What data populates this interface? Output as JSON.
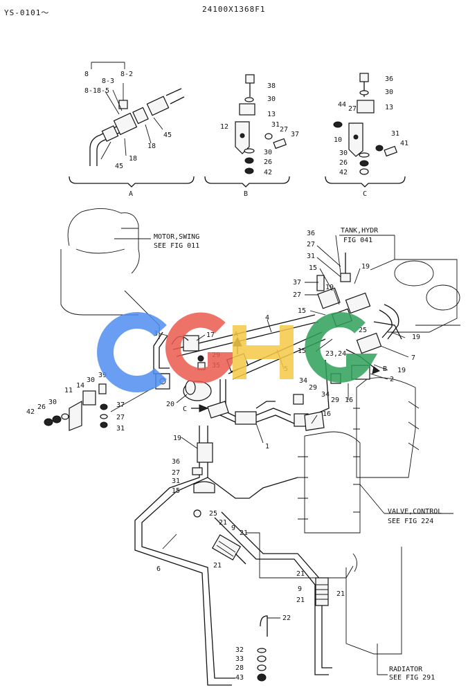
{
  "header": {
    "serial": "YS-0101～",
    "part_number": "24100X1368F1"
  },
  "details": [
    {
      "key": "A",
      "label": "A",
      "callouts": [
        "8",
        "8-1",
        "8-3",
        "8-5",
        "8-2",
        "18",
        "45",
        "45",
        "18"
      ]
    },
    {
      "key": "B",
      "label": "B",
      "callouts": [
        "38",
        "30",
        "13",
        "12",
        "31",
        "27",
        "37",
        "30",
        "26",
        "42"
      ]
    },
    {
      "key": "C",
      "label": "C",
      "callouts": [
        "36",
        "30",
        "13",
        "44",
        "27",
        "10",
        "31",
        "41",
        "30",
        "26",
        "42"
      ]
    }
  ],
  "references": {
    "motor_swing": {
      "name": "MOTOR,SWING",
      "see": "SEE FIG 011"
    },
    "tank_hydr": {
      "name": "TANK,HYDR",
      "see": "FIG 041"
    },
    "valve_control": {
      "name": "VALVE,CONTROL",
      "see": "SEE FIG 224"
    },
    "radiator": {
      "name": "RADIATOR",
      "see": "SEE FIG 291"
    }
  },
  "main_callouts": {
    "tank_group": [
      "36",
      "27",
      "31",
      "15",
      "19",
      "37",
      "27",
      "19",
      "15",
      "25",
      "19",
      "15",
      "23,24",
      "7",
      "19",
      "B",
      "2",
      "34",
      "29",
      "16"
    ],
    "center_group": [
      "3",
      "17",
      "29",
      "35",
      "A",
      "4",
      "5",
      "20",
      "C",
      "34",
      "29",
      "1",
      "16"
    ],
    "left_group": [
      "11",
      "14",
      "30",
      "39",
      "37",
      "27",
      "31",
      "42",
      "26",
      "30"
    ],
    "lower_group": [
      "19",
      "36",
      "27",
      "31",
      "15",
      "25",
      "6",
      "21",
      "9",
      "21",
      "21",
      "21",
      "9",
      "21",
      "21",
      "22",
      "32",
      "33",
      "28",
      "43"
    ]
  }
}
